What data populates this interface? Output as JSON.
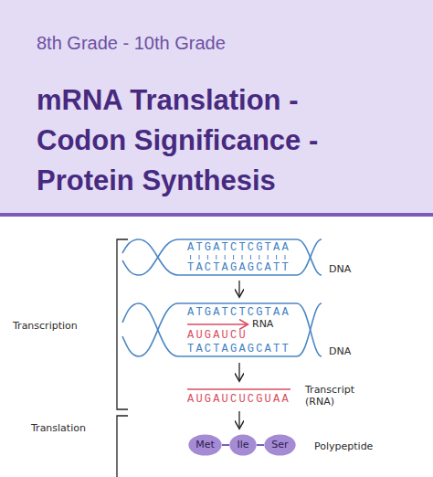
{
  "diagram": {
    "title": "mRNA Translation - Codon Significance - Protein Synthesis",
    "nodes": [
      {
        "text": [
          "Met"
        ]
      },
      {
        "text": [
          "Ile"
        ]
      },
      {
        "text": [
          "Ser"
        ]
      }
    ],
    "edges": [
      {
        "from": 0,
        "to": 1,
        "arrow": "none"
      },
      {
        "from": 1,
        "to": 2,
        "arrow": "none"
      }
    ],
    "labels": [
      "8th Grade - 10th Grade",
      "ATGATCTCGTAA",
      "TACTAGAGCATT",
      "DNA",
      "ATGATCTCGTAA",
      "AUGAUCU",
      "RNA",
      "TACTAGAGCATT",
      "DNA",
      "AUGAUCUCGUAA",
      "Transcript (RNA)",
      "Polypeptide",
      "Transcription",
      "Translation"
    ]
  }
}
